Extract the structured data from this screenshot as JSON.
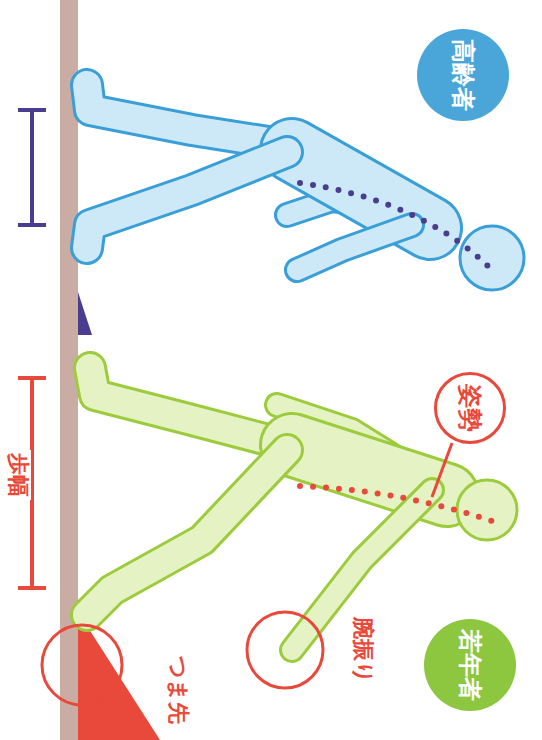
{
  "diagram": {
    "nodes": [
      {
        "text": [
          "高齢者"
        ]
      },
      {
        "text": [
          "姿勢"
        ]
      },
      {
        "text": [
          "若年者"
        ]
      }
    ],
    "labels": [
      "腕振り",
      "つま先",
      "歩幅"
    ]
  }
}
